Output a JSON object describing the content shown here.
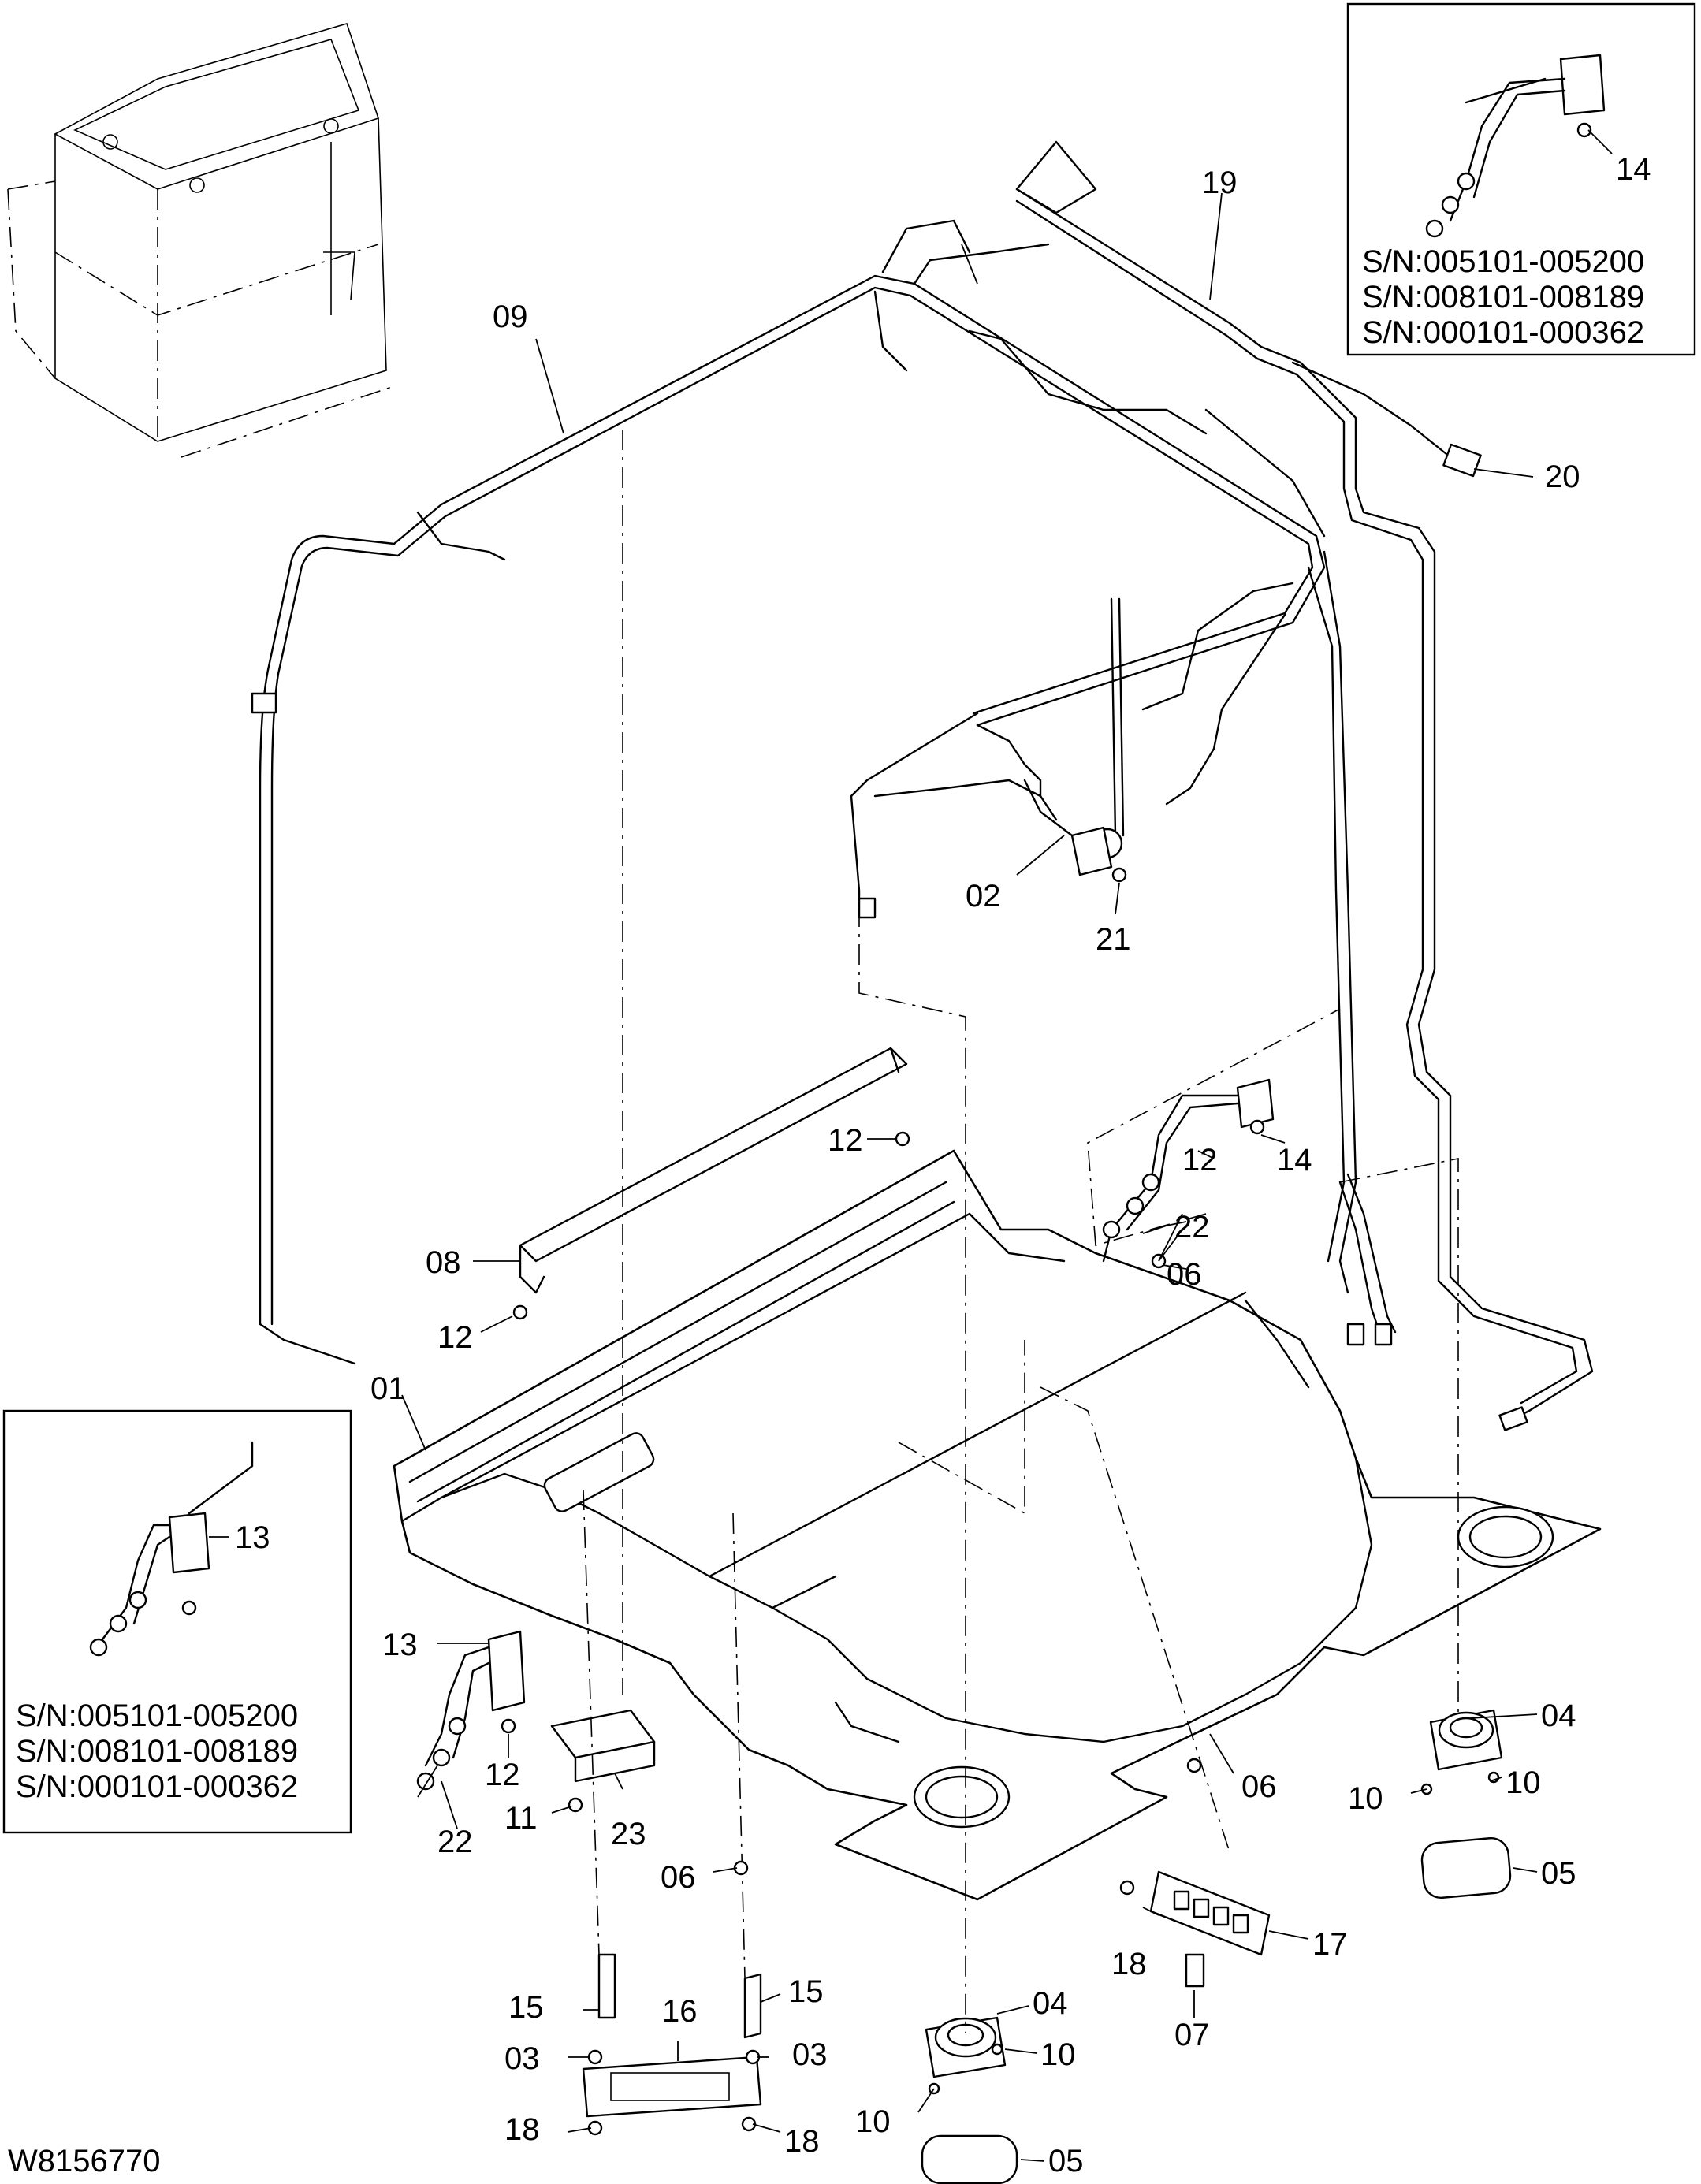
{
  "drawing_number": "W8156770",
  "parts": {
    "p01": "01",
    "p02": "02",
    "p03a": "03",
    "p03b": "03",
    "p04a": "04",
    "p04b": "04",
    "p05a": "05",
    "p05b": "05",
    "p06a": "06",
    "p06b": "06",
    "p06c": "06",
    "p07": "07",
    "p08": "08",
    "p09": "09",
    "p10a": "10",
    "p10b": "10",
    "p10c": "10",
    "p10d": "10",
    "p11": "11",
    "p12a": "12",
    "p12b": "12",
    "p12c": "12",
    "p12d": "12",
    "p13a": "13",
    "p13b": "13",
    "p14a": "14",
    "p14b": "14",
    "p15a": "15",
    "p15b": "15",
    "p16": "16",
    "p17": "17",
    "p18a": "18",
    "p18b": "18",
    "p18c": "18",
    "p19": "19",
    "p20": "20",
    "p21": "21",
    "p22a": "22",
    "p22b": "22",
    "p23": "23"
  },
  "inset_top_right": {
    "part": "14",
    "serials": [
      "S/N:005101-005200",
      "S/N:008101-008189",
      "S/N:000101-000362"
    ]
  },
  "inset_left": {
    "part": "13",
    "serials": [
      "S/N:005101-005200",
      "S/N:008101-008189",
      "S/N:000101-000362"
    ]
  }
}
